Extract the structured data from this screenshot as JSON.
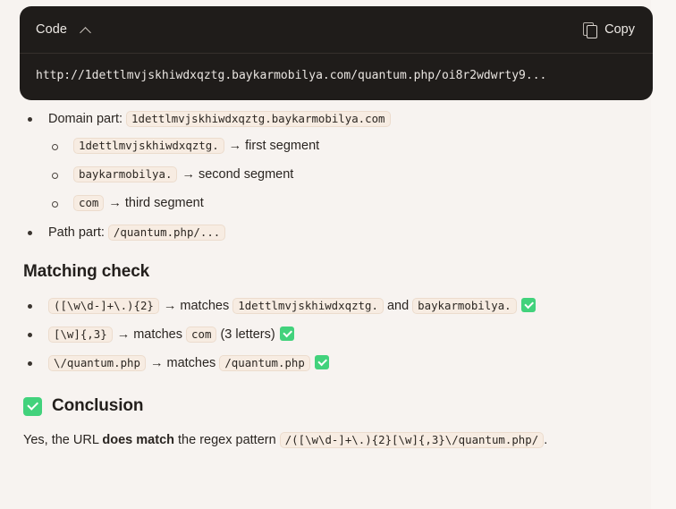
{
  "code_block": {
    "language_label": "Code",
    "collapse_icon": "chevron-up-icon",
    "copy_label": "Copy",
    "copy_icon": "copy-icon",
    "content": "http://1dettlmvjskhiwdxqztg.baykarmobilya.com/quantum.php/oi8r2wdwrty9..."
  },
  "breakdown": {
    "domain": {
      "label": "Domain part:",
      "value": "1dettlmvjskhiwdxqztg.baykarmobilya.com",
      "segments": [
        {
          "code": "1dettlmvjskhiwdxqztg.",
          "text": "first segment"
        },
        {
          "code": "baykarmobilya.",
          "text": "second segment"
        },
        {
          "code": "com",
          "text": "third segment"
        }
      ]
    },
    "path": {
      "label": "Path part:",
      "value": "/quantum.php/..."
    }
  },
  "matching_check": {
    "title": "Matching check",
    "items": [
      {
        "pattern": "([\\w\\d-]+\\.){2}",
        "verb": "matches",
        "match_a": "1dettlmvjskhiwdxqztg.",
        "conjunction": "and",
        "match_b": "baykarmobilya.",
        "status": "check-badge"
      },
      {
        "pattern": "[\\w]{,3}",
        "verb": "matches",
        "match_a": "com",
        "note": "(3 letters)",
        "status": "check-badge"
      },
      {
        "pattern": "\\/quantum.php",
        "verb": "matches",
        "match_a": "/quantum.php",
        "status": "check-badge"
      }
    ]
  },
  "conclusion": {
    "badge": "check-badge",
    "title": "Conclusion",
    "text_before": "Yes, the URL",
    "emphasis": "does match",
    "text_middle": "the regex pattern",
    "pattern": "/([\\w\\d-]+\\.){2}[\\w]{,3}\\/quantum.php/",
    "text_after": "."
  },
  "colors": {
    "page_background": "#f7f3f0",
    "code_block_background": "#1f1c1a",
    "inline_code_background": "#f7ece2",
    "inline_code_border": "#ecdccd",
    "success_green": "#42d27c",
    "text": "#2a2521"
  },
  "arrow_glyph": "→"
}
